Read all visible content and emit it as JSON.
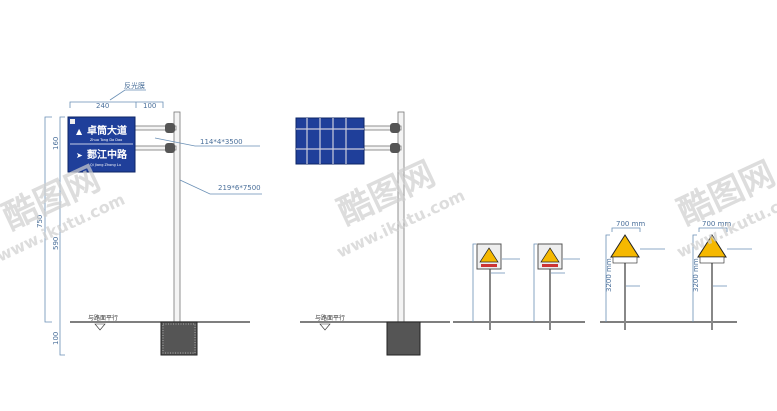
{
  "drawing1": {
    "sign_line1": "卓筒大道",
    "sign_line1_pinyin": "Zhuo Tong Da Dao",
    "sign_line2": "郪江中路",
    "sign_line2_pinyin": "Qi Jiang Zhong Lu",
    "callout_film": "反光膜",
    "callout_arm": "114*4*3500",
    "callout_post": "219*6*7500",
    "dim_width_sign": "240",
    "dim_width_arm": "100",
    "dim_sign_height": "160",
    "dim_total_height": "750",
    "dim_post_height": "590",
    "dim_foundation": "100",
    "ground_label": "与路面平行"
  },
  "drawing2": {
    "ground_label": "与路面平行"
  },
  "drawing3": {
    "dim_width_a": "700 mm",
    "dim_width_b": "700 mm",
    "dim_height_a": "3200 mm",
    "dim_height_b": "3200 mm"
  },
  "watermark": {
    "logo": "酷图网",
    "url": "www.ikutu.com"
  },
  "colors": {
    "sign_blue": "#1f3f9a",
    "warning_yellow": "#f5b800"
  }
}
